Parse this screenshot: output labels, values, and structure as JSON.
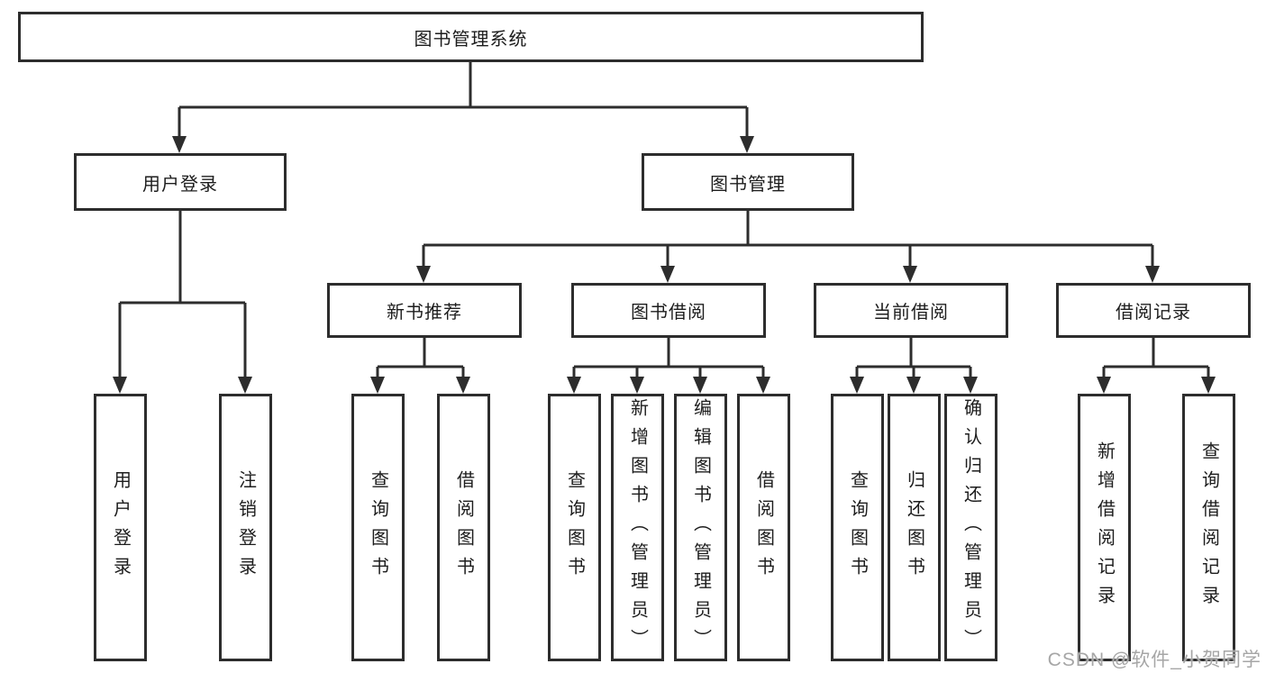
{
  "colors": {
    "line": "#2d2d2d",
    "box_border": "#2d2d2d",
    "text": "#1d1d1d",
    "background": "#ffffff",
    "watermark": "#a6a6a6"
  },
  "diagram": {
    "root": {
      "label": "图书管理系统"
    },
    "level2": {
      "user_login": {
        "label": "用户登录"
      },
      "book_management": {
        "label": "图书管理"
      }
    },
    "level3": {
      "new_book_recommend": {
        "label": "新书推荐"
      },
      "book_borrow": {
        "label": "图书借阅"
      },
      "current_borrow": {
        "label": "当前借阅"
      },
      "borrow_record": {
        "label": "借阅记录"
      }
    },
    "leaves": {
      "login_user_login": {
        "label": "用户登录"
      },
      "login_logout": {
        "label": "注销登录"
      },
      "recommend_query_book": {
        "label": "查询图书"
      },
      "recommend_borrow_book": {
        "label": "借阅图书"
      },
      "borrow_query_book": {
        "label": "查询图书"
      },
      "borrow_add_book": {
        "label": "新增图书（管理员）"
      },
      "borrow_edit_book": {
        "label": "编辑图书（管理员）"
      },
      "borrow_borrow_book": {
        "label": "借阅图书"
      },
      "current_query_book": {
        "label": "查询图书"
      },
      "current_return_book": {
        "label": "归还图书"
      },
      "current_confirm_return": {
        "label": "确认归还（管理员）"
      }
    },
    "leaves_record": {
      "record_add": {
        "label": "新增借阅记录"
      },
      "record_query": {
        "label": "查询借阅记录"
      }
    }
  },
  "watermark": {
    "text": "CSDN @软件_小贺同学"
  }
}
